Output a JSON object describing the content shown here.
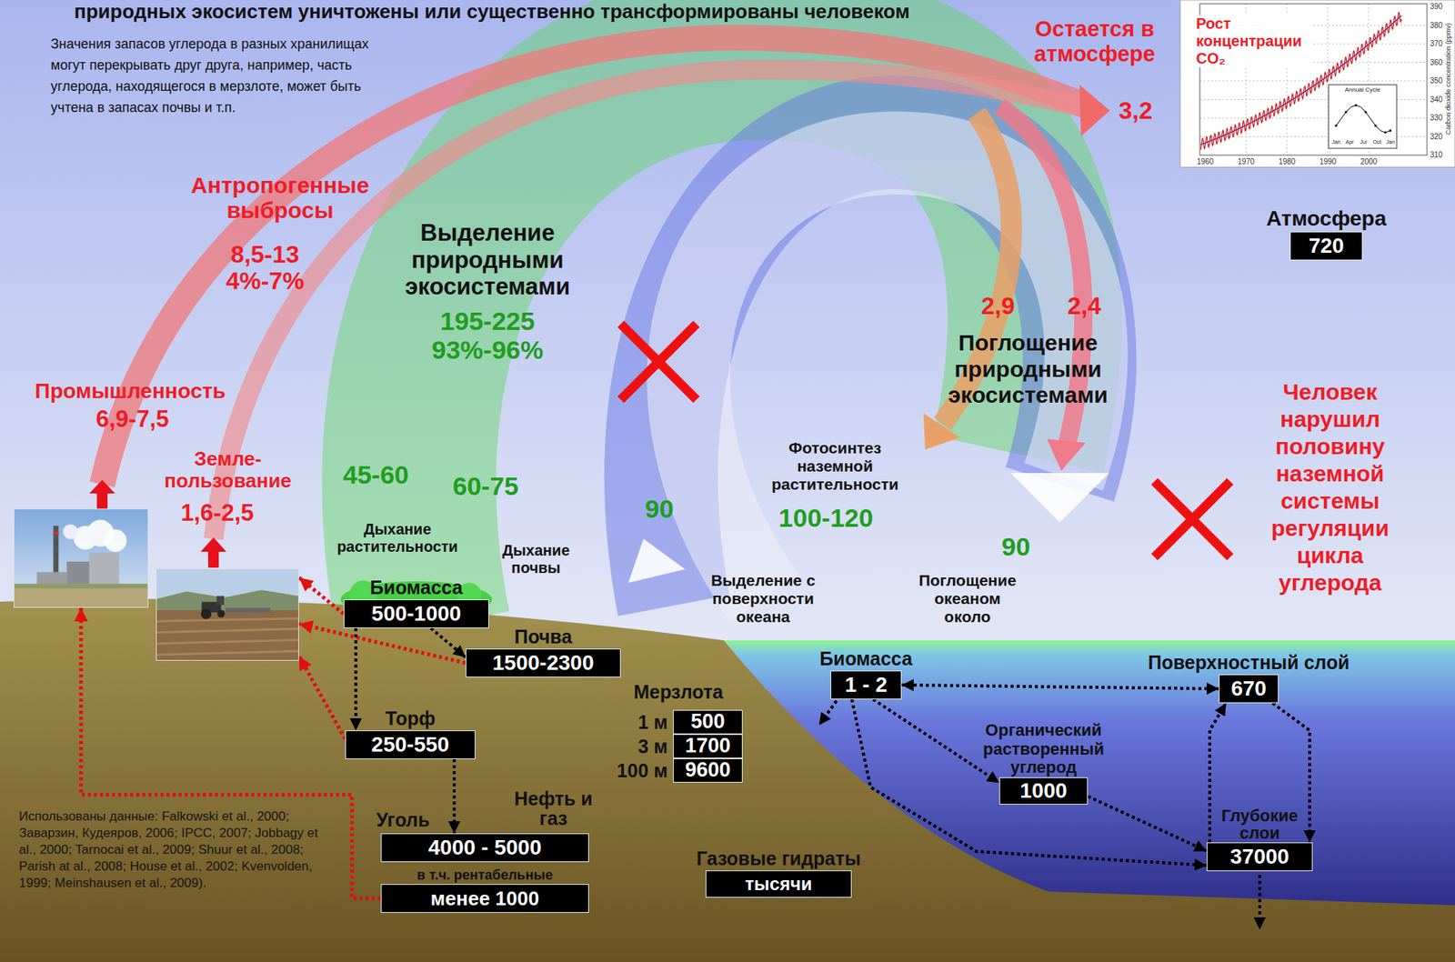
{
  "diagram": {
    "title": "природных экосистем уничтожены или существенно трансформированы человеком",
    "nodes": [
      {
        "text": [
          "Атмосфера",
          "720"
        ]
      },
      {
        "text": [
          "Промышленность",
          "6,9-7,5"
        ]
      },
      {
        "text": [
          "Земле- пользование",
          "1,6-2,5"
        ]
      },
      {
        "text": [
          "Биомасса",
          "500-1000"
        ]
      },
      {
        "text": [
          "Почва",
          "1500-2300"
        ]
      },
      {
        "text": [
          "Торф",
          "250-550"
        ]
      },
      {
        "text": [
          "Уголь",
          "Нефть и газ",
          "4000 - 5000"
        ]
      },
      {
        "text": [
          "в т.ч. рентабельные",
          "менее 1000"
        ]
      },
      {
        "text": [
          "1 м",
          "500"
        ]
      },
      {
        "text": [
          "3 м",
          "1700"
        ]
      },
      {
        "text": [
          "100 м",
          "9600"
        ]
      },
      {
        "text": [
          "Газовые гидраты",
          "тысячи"
        ]
      },
      {
        "text": [
          "Биомасса",
          "1 - 2"
        ]
      },
      {
        "text": [
          "Поверхностный слой",
          "670"
        ]
      },
      {
        "text": [
          "Органический растворенный углерод",
          "1000"
        ]
      },
      {
        "text": [
          "Глубокие слои",
          "37000"
        ]
      }
    ],
    "edges": [
      {
        "from": 3,
        "to": 2,
        "arrow": "to"
      },
      {
        "from": 4,
        "to": 2,
        "arrow": "to"
      },
      {
        "from": 5,
        "to": 2,
        "arrow": "to"
      },
      {
        "from": 7,
        "to": 1,
        "arrow": "to"
      },
      {
        "from": 3,
        "to": 4,
        "arrow": "to"
      },
      {
        "from": 3,
        "to": 5,
        "arrow": "to"
      },
      {
        "from": 5,
        "to": 6,
        "arrow": "to"
      },
      {
        "from": 12,
        "to": 13,
        "arrow": "both"
      },
      {
        "from": 12,
        "to": 14,
        "arrow": "to"
      },
      {
        "from": 14,
        "to": 15,
        "arrow": "to"
      },
      {
        "from": 12,
        "to": 15,
        "arrow": "to"
      },
      {
        "from": 13,
        "to": 15,
        "arrow": "to"
      },
      {
        "from": 15,
        "to": 13,
        "arrow": "to"
      }
    ],
    "labels": [
      "Значения запасов углерода в разных хранилищах могут перекрывать друг друга, например, часть углерода, находящегося в мерзлоте, может быть учтена в запасах почвы и т.п.",
      "Антропогенные выбросы",
      "8,5-13",
      "4%-7%",
      "Выделение природными экосистемами",
      "195-225",
      "93%-96%",
      "Остается в атмосфере",
      "3,2",
      "Рост концентрации CO₂",
      "2,9",
      "2,4",
      "Поглощение природными экосистемами",
      "Человек нарушил половину наземной системы регуляции цикла углерода",
      "45-60",
      "60-75",
      "Дыхание растительности",
      "Дыхание почвы",
      "90",
      "Выделение с поверхности океана",
      "Фотосинтез наземной растительности",
      "100-120",
      "90",
      "Поглощение океаном около",
      "Мерзлота",
      "Использованы данные: Falkowski et al., 2000; Заварзин, Кудеяров, 2006; IPCC, 2007; Jobbagy et al., 2000; Tarnocai et al., 2009; Shuur et al., 2008; Parish at al., 2008; House et al., 2002; Kvenvolden, 1999; Meinshausen et al., 2009).",
      "390",
      "380",
      "370",
      "360",
      "350",
      "340",
      "330",
      "320",
      "310",
      "1960",
      "1970",
      "1980",
      "1990",
      "2000",
      "Carbon dioxide concentration (ppmv)",
      "Annual Cycle",
      "Jan",
      "Apr",
      "Jul",
      "Oct",
      "Jan"
    ]
  }
}
